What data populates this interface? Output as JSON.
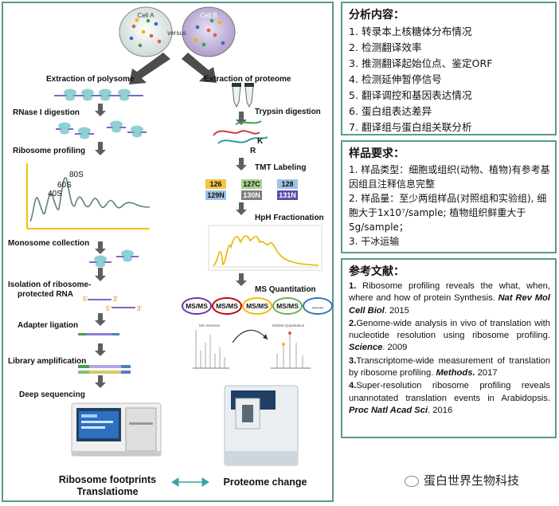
{
  "cells": {
    "a": "Cell A",
    "b": "Cell B",
    "versus": "versus"
  },
  "left_steps": {
    "extraction_polysome": "Extraction of polysome",
    "rnase": "RNase I digestion",
    "profiling": "Ribosome profiling",
    "monosome": "Monosome collection",
    "isolation_line1": "Isolation of ribosome-",
    "isolation_line2": "protected RNA",
    "adapter": "Adapter ligation",
    "library": "Library amplification",
    "deep": "Deep sequencing"
  },
  "peaks": {
    "p80": "80S",
    "p60": "60S",
    "p40": "40S"
  },
  "adapter_marks": {
    "five_a": "5'",
    "three_a": "3'",
    "five_b": "5'",
    "three_b": "3'"
  },
  "right_steps": {
    "extraction_proteome": "Extraction of proteome",
    "trypsin": "Trypsin digestion",
    "tmt": "TMT Labeling",
    "hph": "HpH Fractionation",
    "ms": "MS Quantitation"
  },
  "peptide_marks": {
    "k": "K",
    "r": "R"
  },
  "tmt_tags": [
    "126",
    "127C",
    "128",
    "129N",
    "130N",
    "131N"
  ],
  "tmt_colors": [
    "#f5c542",
    "#a8d08d",
    "#9dc3e6",
    "#9dc3e6",
    "#7f7f7f",
    "#5b4da8"
  ],
  "ms_labels": [
    "MS/MS",
    "MS/MS",
    "MS/MS",
    "MS/MS",
    "......"
  ],
  "ms_colors": [
    "#7030a0",
    "#c00000",
    "#f5b800",
    "#70ad47",
    "#2e75b6"
  ],
  "spectra": {
    "left": "MS Selection",
    "right": "MS/MS Quantitation"
  },
  "bottom": {
    "ribo_line1": "Ribosome footprints",
    "ribo_line2": "Translatiome",
    "proteome": "Proteome change"
  },
  "analysis": {
    "title": "分析内容：",
    "items": [
      "1.  转录本上核糖体分布情况",
      "2.  检测翻译效率",
      "3.  推测翻译起始位点、鉴定ORF",
      "4.  检测延伸暂停信号",
      "5.  翻译调控和基因表达情况",
      "6.  蛋白组表达差异",
      "7.  翻译组与蛋白组关联分析"
    ]
  },
  "sample": {
    "title": "样品要求：",
    "line1": "1. 样品类型：细胞或组织(动物、植物)有参考基因组且注释信息完整",
    "line2": "2. 样品量：至少两组样品(对照组和实验组), 细胞大于1x10⁷/sample; 植物组织鲜重大于5g/sample；",
    "line3": "3. 干冰运输"
  },
  "refs": {
    "title": "参考文献：",
    "items": [
      {
        "num": "1.",
        "text": " Ribosome profiling reveals the what, when, where and how of protein Synthesis. ",
        "journal": "Nat Rev Mol Cell Biol",
        "year": ". 2015"
      },
      {
        "num": "2.",
        "text": "Genome-wide analysis in vivo of translation with nucleotide resolution using ribosome profiling. ",
        "journal": "Science",
        "year": ". 2009"
      },
      {
        "num": "3.",
        "text": "Transcriptome-wide measurement of translation by ribosome profiling. ",
        "journal": "Methods.",
        "year": " 2017"
      },
      {
        "num": "4.",
        "text": "Super-resolution ribosome profiling reveals unannotated translation events in Arabidopsis. ",
        "journal": "Proc Natl Acad Sci",
        "year": ". 2016"
      }
    ]
  },
  "watermark": "蛋白世界生物科技"
}
